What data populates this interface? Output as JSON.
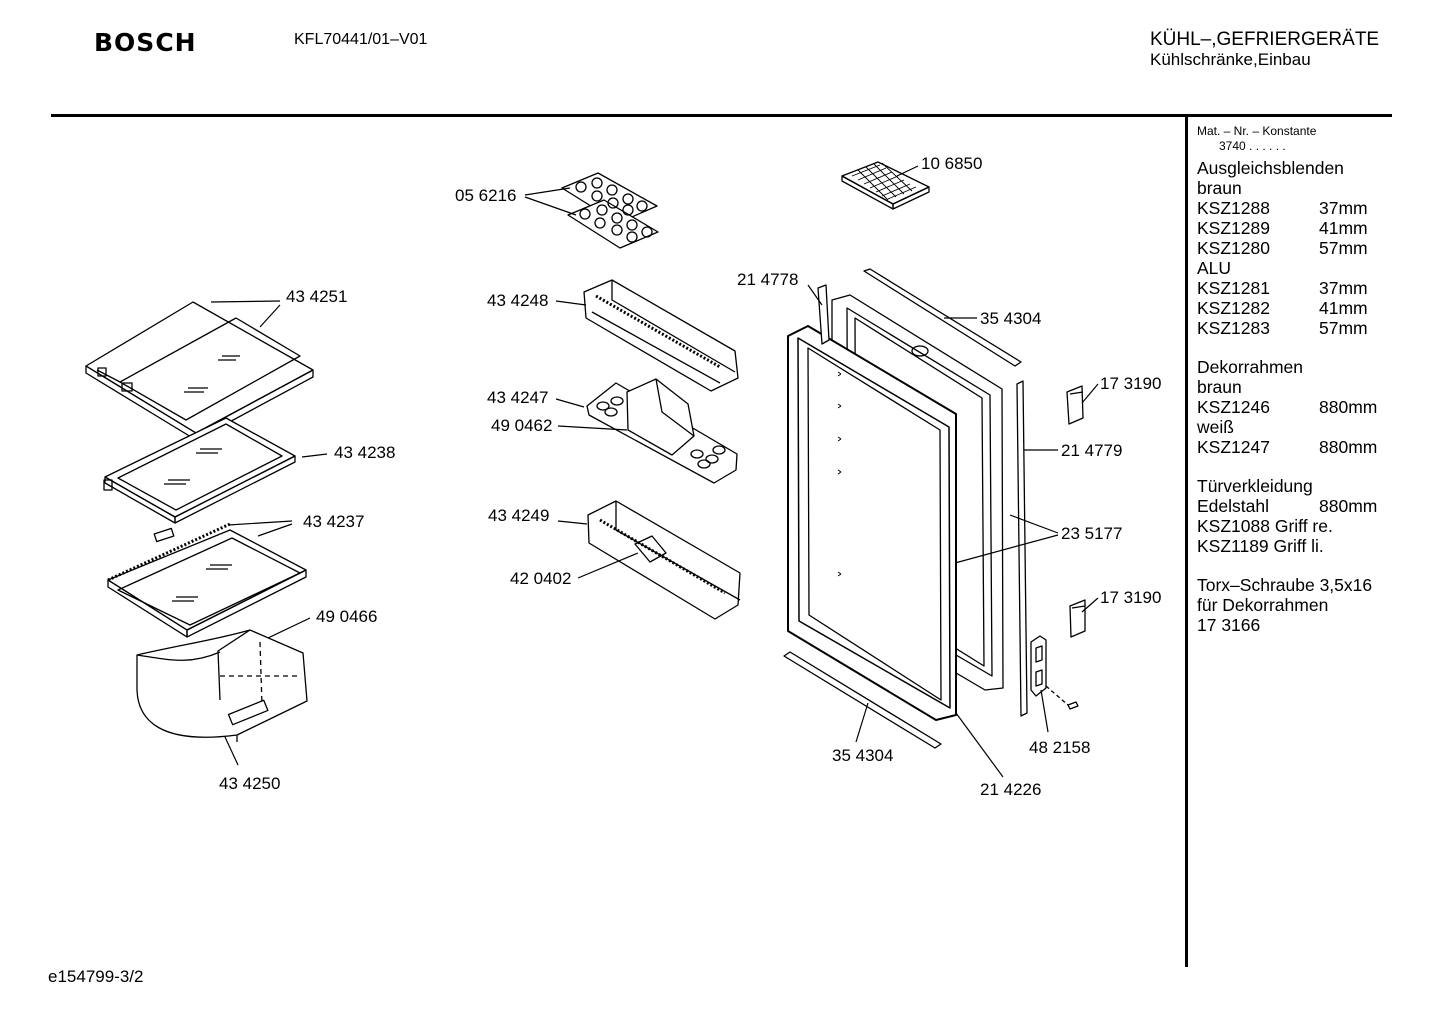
{
  "header": {
    "brand": "BOSCH",
    "model": "KFL70441/01–V01",
    "category_line1": "KÜHL–,GEFRIERGERÄTE",
    "category_line2": "Kühlschränke,Einbau"
  },
  "footer": {
    "code": "e154799-3/2"
  },
  "sidebar": {
    "mat_header": "Mat. – Nr. – Konstante",
    "mat_value": "3740  .  .  .  .  .  .",
    "g1_title": "Ausgleichsblenden",
    "g1_sub1": "braun",
    "g1_rows": [
      {
        "code": "KSZ1288",
        "size": "37mm"
      },
      {
        "code": "KSZ1289",
        "size": "41mm"
      },
      {
        "code": "KSZ1280",
        "size": "57mm"
      }
    ],
    "g1_sub2": "ALU",
    "g1_rows2": [
      {
        "code": "KSZ1281",
        "size": "37mm"
      },
      {
        "code": "KSZ1282",
        "size": "41mm"
      },
      {
        "code": "KSZ1283",
        "size": "57mm"
      }
    ],
    "g2_title": "Dekorrahmen",
    "g2_sub1": "braun",
    "g2_row1": {
      "code": "KSZ1246",
      "size": "880mm"
    },
    "g2_sub2": "weiß",
    "g2_row2": {
      "code": "KSZ1247",
      "size": "880mm"
    },
    "g3_title": "Türverkleidung",
    "g3_row1": {
      "code": "Edelstahl",
      "size": "880mm"
    },
    "g3_line2": "KSZ1088 Griff re.",
    "g3_line3": "KSZ1189 Griff li.",
    "g4_line1": "Torx–Schraube 3,5x16",
    "g4_line2": "für Dekorrahmen",
    "g4_line3": "17 3166"
  },
  "parts": {
    "p434251": "43 4251",
    "p434238": "43 4238",
    "p434237": "43 4237",
    "p490466": "49 0466",
    "p434250": "43 4250",
    "p056216": "05 6216",
    "p434248": "43 4248",
    "p434247": "43 4247",
    "p490462": "49 0462",
    "p434249": "43 4249",
    "p420402": "42 0402",
    "p106850": "10 6850",
    "p214778": "21 4778",
    "p354304a": "35 4304",
    "p173190a": "17 3190",
    "p214779": "21 4779",
    "p235177": "23 5177",
    "p173190b": "17 3190",
    "p354304b": "35 4304",
    "p482158": "48 2158",
    "p214226": "21 4226"
  }
}
